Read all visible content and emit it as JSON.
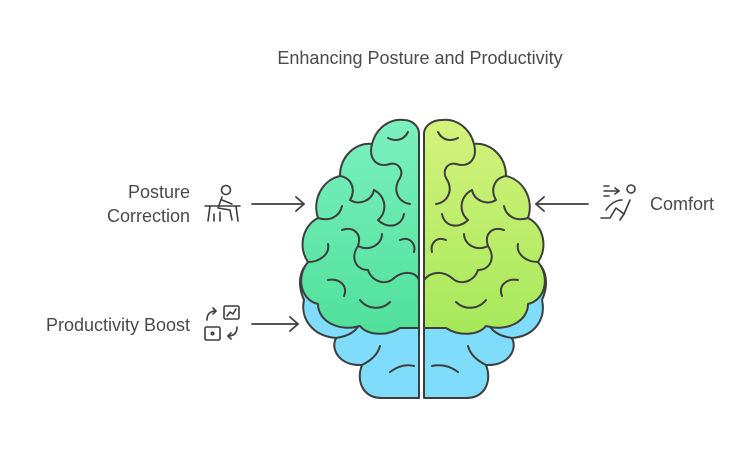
{
  "title": "Enhancing Posture and Productivity",
  "items": [
    {
      "label_line1": "Posture",
      "label_line2": "Correction",
      "icon": "desk-worker-icon"
    },
    {
      "label": "Productivity Boost",
      "icon": "workflow-cycle-icon"
    },
    {
      "label": "Comfort",
      "icon": "relaxing-person-icon"
    }
  ],
  "colors": {
    "brain_left_top": "#6fe0b0",
    "brain_left_bottom": "#57e0a0",
    "brain_right_top": "#c8ef78",
    "brain_right_bottom": "#a8e85c",
    "brain_base": "#7fdcfb",
    "outline": "#3d3d3d",
    "arrow": "#3d3d3d"
  }
}
